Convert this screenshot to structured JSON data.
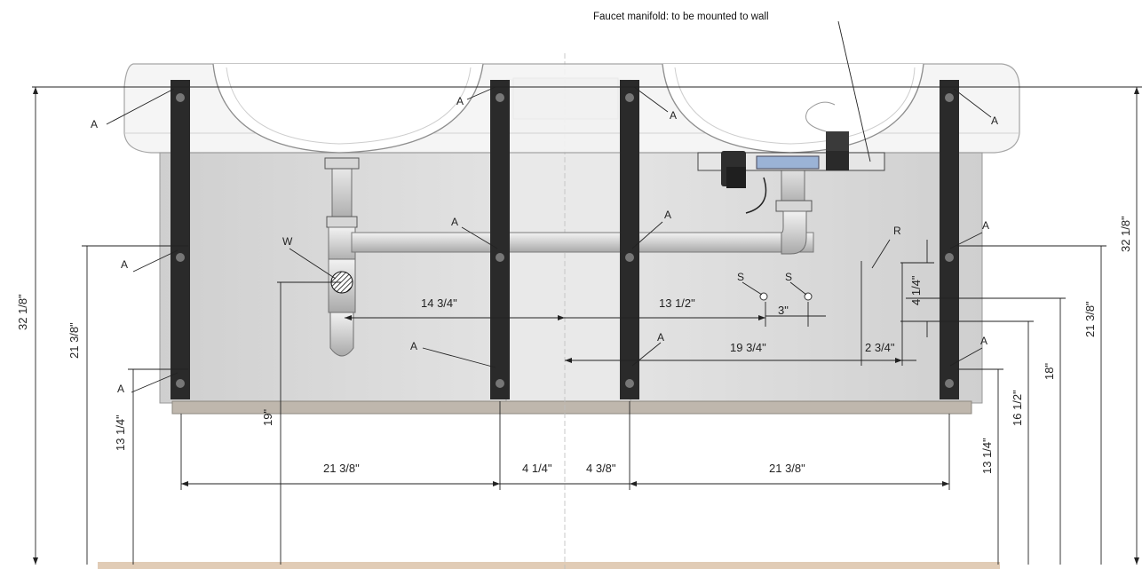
{
  "note": {
    "text": "Faucet manifold: to be mounted to wall"
  },
  "labels": {
    "a": "A",
    "w": "W",
    "s": "S",
    "r": "R"
  },
  "dimensions": {
    "overall_height": "32 1/8\"",
    "bracket_upper_height_left": "21 3/8\"",
    "bracket_upper_height_right": "21 3/8\"",
    "bracket_lower_height_left": "13 1/4\"",
    "bracket_lower_height_right": "13 1/4\"",
    "drain_height": "19\"",
    "drain_offset": "14 3/4\"",
    "supply_offset": "13 1/2\"",
    "supply_spacing": "3\"",
    "supply_height": "18\"",
    "receptacle_offset": "19 3/4\"",
    "receptacle_height": "16 1/2\"",
    "receptacle_width": "2 3/4\"",
    "receptacle_tall": "4 1/4\"",
    "bracket_span_left": "21 3/8\"",
    "bracket_span_right": "21 3/8\"",
    "center_left": "4 1/4\"",
    "center_right": "4 3/8\""
  },
  "colors": {
    "bracket": "#2a2a2a",
    "cabinet": "#d9d9d9",
    "floor": "#c9a27a",
    "line": "#222222"
  }
}
